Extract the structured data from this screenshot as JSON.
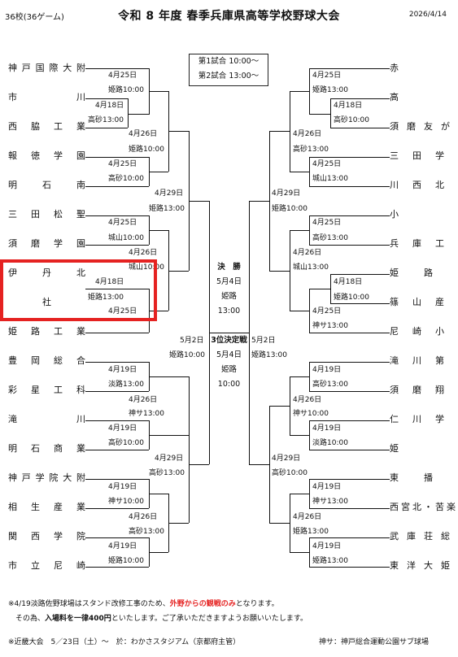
{
  "header": {
    "count": "36校(36ゲーム)",
    "title": "令和 8 年度 春季兵庫県高等学校野球大会",
    "date": "2026/4/14"
  },
  "schedule": {
    "line1": "第1試合 10:00〜",
    "line2": "第2試合 13:00〜"
  },
  "left_teams": [
    "神戸国際大附",
    "市　　川",
    "西脇工業",
    "報徳学園",
    "明石南",
    "三田松聖",
    "須磨学園",
    "伊丹北",
    "社",
    "姫路工業",
    "豊岡総合",
    "彩星工科",
    "滝　　川",
    "明石商業",
    "神戸学院大附",
    "相生産業",
    "関西学院",
    "市立尼崎"
  ],
  "right_teams": [
    "赤　　穂",
    "高　　砂",
    "須磨友が丘",
    "三田学園",
    "川西北陵",
    "小　　野",
    "兵庫工業",
    "姫路東",
    "篠山産業",
    "尼崎小田",
    "滝川第二",
    "須磨翔風",
    "仁川学院",
    "姫　　路",
    "東播磨",
    "西宮北・苦楽園",
    "武庫荘総合",
    "東洋大姫路"
  ],
  "labels": {
    "d425": "4月25日",
    "d418": "4月18日",
    "d426": "4月26日",
    "d429": "4月29日",
    "d419": "4月19日",
    "d52": "5月2日",
    "d54": "5月4日",
    "himeji10": "姫路10:00",
    "himeji13": "姫路13:00",
    "takasago10": "高砂10:00",
    "takasago13": "高砂13:00",
    "shiroyama10": "城山10:00",
    "kobe10": "神サ10:00",
    "kobe13": "神サ13:00",
    "awaji10": "淡路10:00",
    "awaji13": "淡路13:00",
    "final": "決　勝",
    "third": "3位決定戦",
    "himeji": "姫路",
    "t13": "13:00",
    "t10": "10:00"
  },
  "notes": {
    "n1a": "※4/19淡路佐野球場はスタンド改修工事のため、",
    "n1b": "外野からの観戦のみ",
    "n1c": "となります。",
    "n2a": "　その為、",
    "n2b": "入場料を一律400円",
    "n2c": "といたします。ご了承いただきますようお願いいたします。",
    "n3": "※近畿大会　5／23日（土）〜　於：わかさスタジアム（京都府主管）",
    "n4": "神サ：神戸総合運動公園サブ球場"
  }
}
